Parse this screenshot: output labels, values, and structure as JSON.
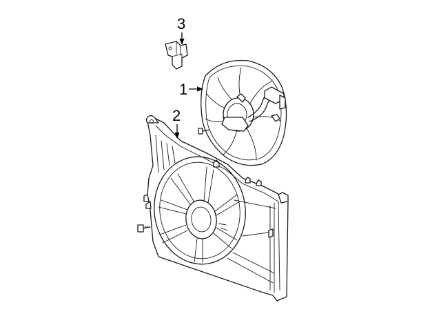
{
  "callouts": [
    {
      "id": "1",
      "label": "1"
    },
    {
      "id": "2",
      "label": "2"
    },
    {
      "id": "3",
      "label": "3"
    }
  ],
  "parts": [
    {
      "callout": "1",
      "icon": "fan-motor-assembly-icon"
    },
    {
      "callout": "2",
      "icon": "fan-shroud-icon"
    },
    {
      "callout": "3",
      "icon": "mounting-bracket-icon"
    }
  ]
}
